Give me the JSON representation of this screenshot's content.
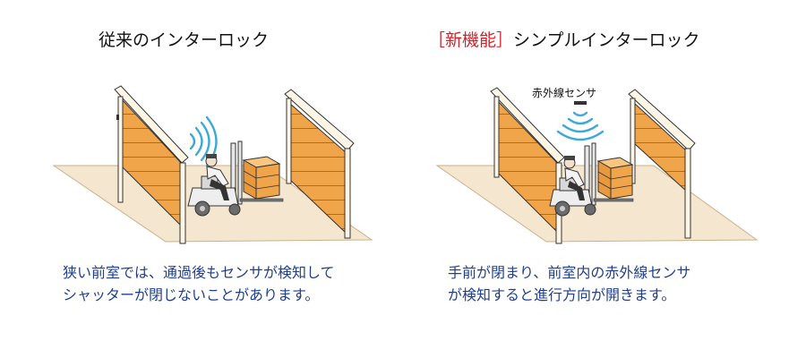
{
  "left_panel": {
    "title": "従来のインターロック",
    "caption": [
      "狭い前室では、通過後もセンサが検知して",
      "シャッターが閉じないことがあります。"
    ]
  },
  "right_panel": {
    "title_tag": "［新機能］",
    "title_rest": "シンプルインターロック",
    "sensor_label": "赤外線センサ",
    "caption": [
      "手前が閉まり、前室内の赤外線センサ",
      "が検知すると進行方向が開きます。"
    ]
  },
  "colors": {
    "floor": "#f5e7cf",
    "shutter": "#f0a54a",
    "signal": "#3fa9d6",
    "caption_text": "#1f3f8f",
    "accent": "#d2232a"
  }
}
